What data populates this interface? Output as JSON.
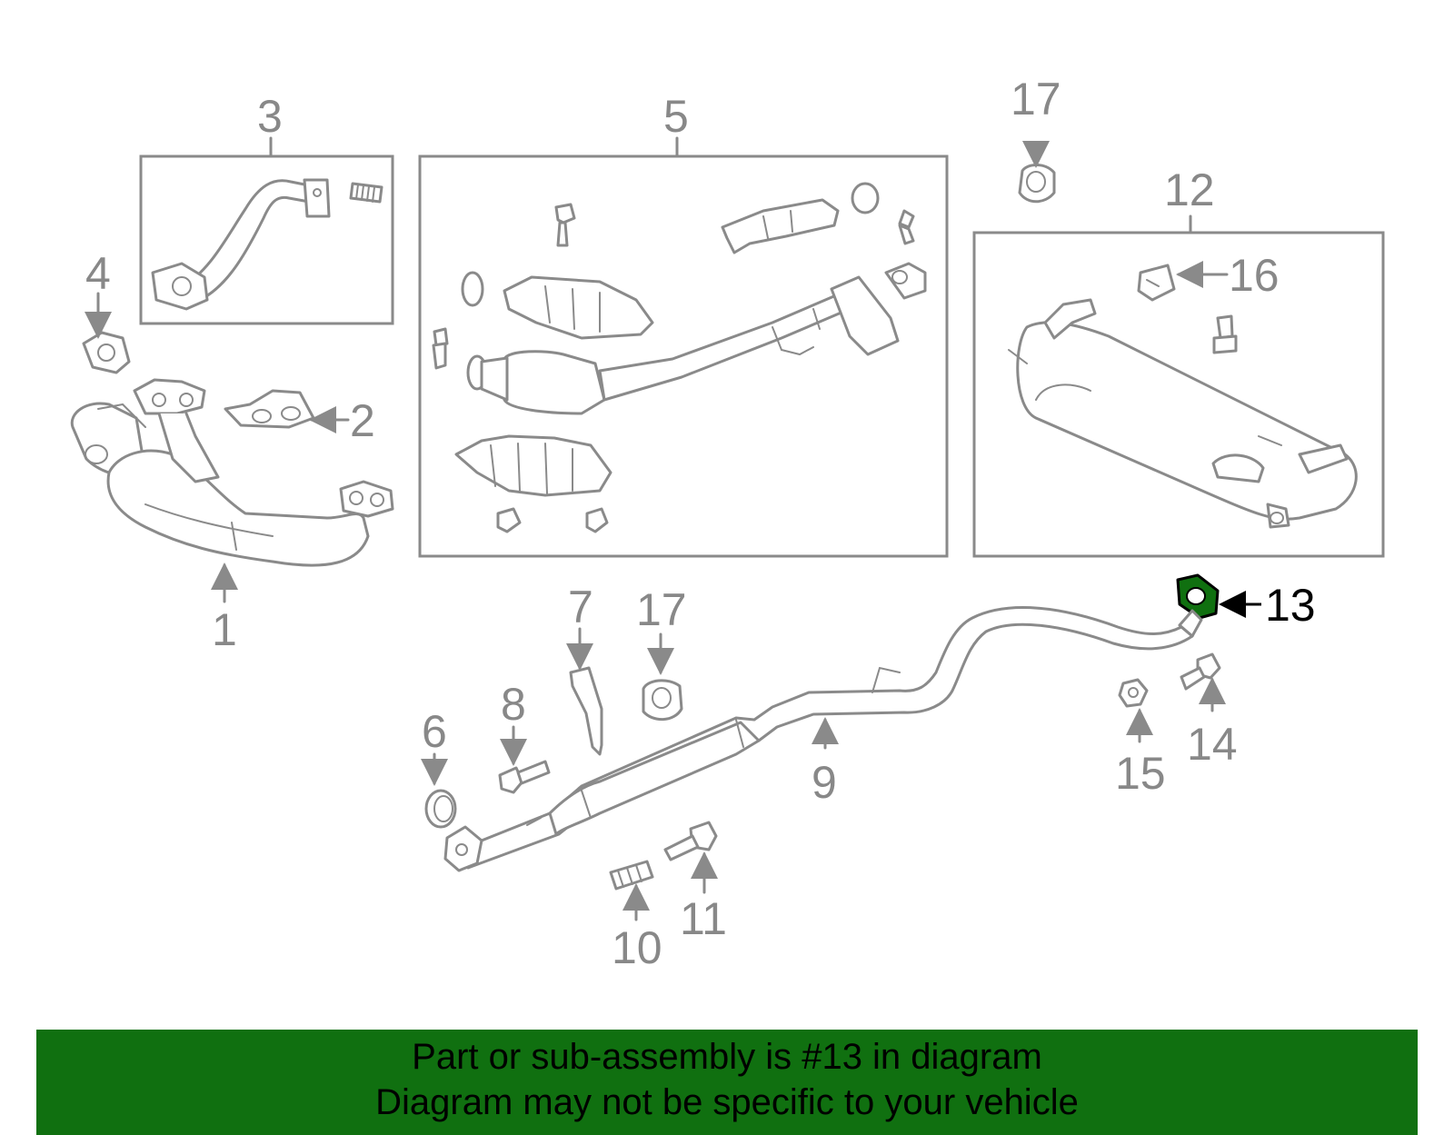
{
  "diagram": {
    "labels": {
      "p1": "1",
      "p2": "2",
      "p3": "3",
      "p4": "4",
      "p5": "5",
      "p6": "6",
      "p7": "7",
      "p8": "8",
      "p9": "9",
      "p10": "10",
      "p11": "11",
      "p12": "12",
      "p13": "13",
      "p14": "14",
      "p15": "15",
      "p16": "16",
      "p17a": "17",
      "p17b": "17"
    },
    "highlight_part": "13",
    "colors": {
      "line": "#8a8a8a",
      "highlight": "#107010",
      "banner": "#107010"
    }
  },
  "banner": {
    "line1": "Part or sub-assembly is #13 in diagram",
    "line2": "Diagram may not be specific to your vehicle"
  }
}
